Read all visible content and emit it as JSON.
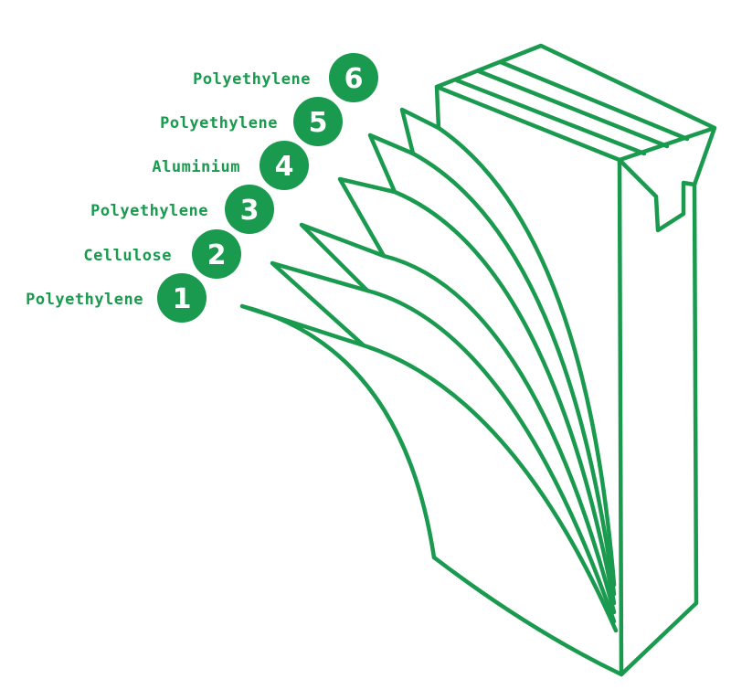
{
  "colors": {
    "primary": "#1a9a4e",
    "badge_text": "#ffffff",
    "background": "#ffffff"
  },
  "layers": [
    {
      "number": "1",
      "label": "Polyethylene"
    },
    {
      "number": "2",
      "label": "Cellulose"
    },
    {
      "number": "3",
      "label": "Polyethylene"
    },
    {
      "number": "4",
      "label": "Aluminium"
    },
    {
      "number": "5",
      "label": "Polyethylene"
    },
    {
      "number": "6",
      "label": "Polyethylene"
    }
  ]
}
